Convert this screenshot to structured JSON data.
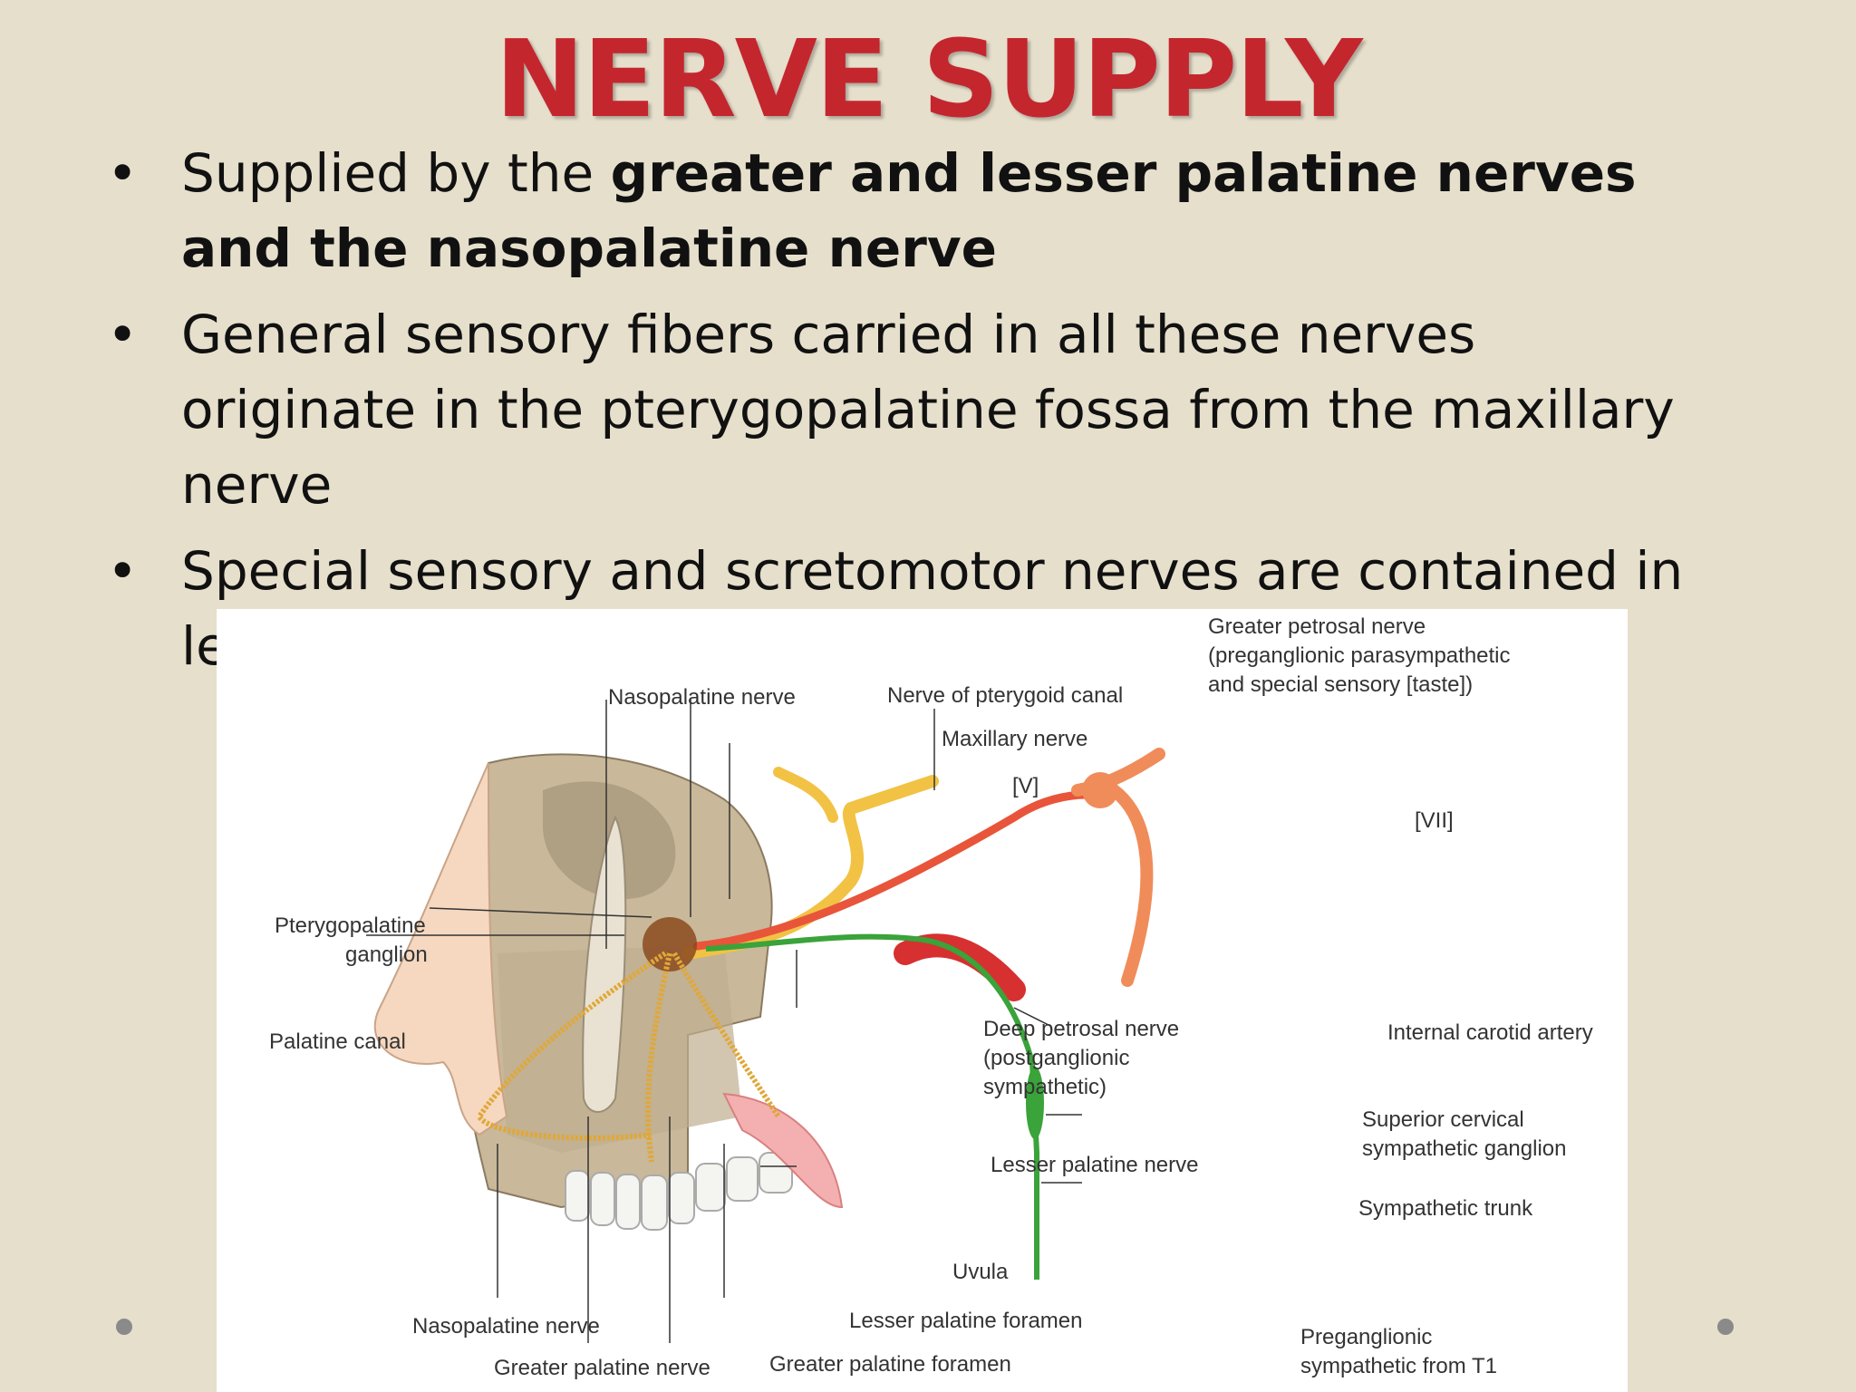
{
  "slide": {
    "title": "NERVE SUPPLY",
    "bullets": [
      {
        "plain": "Supplied by the ",
        "bold": "greater and lesser palatine nerves and the nasopalatine nerve"
      },
      {
        "plain": "General sensory fibers carried in all these nerves originate in the pterygopalatine fossa from the maxillary nerve"
      },
      {
        "plain": "Special sensory and scretomotor nerves are contained in lesser palatine nerves."
      }
    ],
    "bullet_glyph": "•"
  },
  "figure": {
    "labels": {
      "nasopalatine_top": "Nasopalatine nerve",
      "pterygoid_canal": "Nerve of pterygoid canal",
      "maxillary": "Maxillary nerve",
      "v": "[V]",
      "greater_petrosal_1": "Greater petrosal nerve",
      "greater_petrosal_2": "(preganglionic parasympathetic",
      "greater_petrosal_3": "and special sensory [taste])",
      "vii": "[VII]",
      "ptg_1": "Pterygopalatine",
      "ptg_2": "ganglion",
      "palatine_canal": "Palatine canal",
      "deep_petrosal_1": "Deep petrosal nerve",
      "deep_petrosal_2": "(postganglionic",
      "deep_petrosal_3": "sympathetic)",
      "internal_carotid": "Internal carotid artery",
      "superior_cervical_1": "Superior cervical",
      "superior_cervical_2": "sympathetic ganglion",
      "lesser_palatine_nerve": "Lesser palatine nerve",
      "sympathetic_trunk": "Sympathetic trunk",
      "uvula": "Uvula",
      "lesser_palatine_foramen": "Lesser palatine foramen",
      "nasopalatine_bottom": "Nasopalatine nerve",
      "greater_palatine_nerve": "Greater palatine nerve",
      "greater_palatine_foramen": "Greater palatine foramen",
      "preganglionic_1": "Preganglionic",
      "preganglionic_2": "sympathetic from T1"
    }
  }
}
